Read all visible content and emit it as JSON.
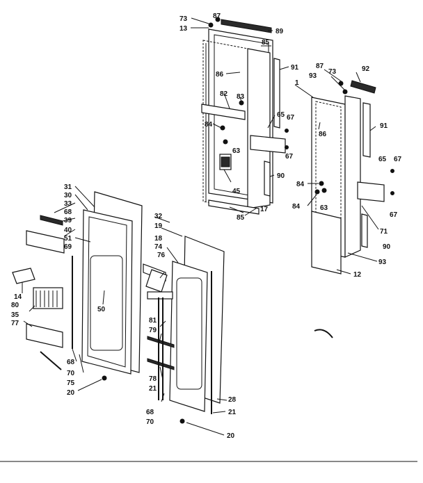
{
  "colors": {
    "ink": "#111111",
    "paper": "#ffffff"
  },
  "callouts": {
    "upper_left": [
      "73",
      "13",
      "87",
      "89",
      "85",
      "86",
      "91",
      "82",
      "83",
      "65",
      "67",
      "84",
      "63",
      "67",
      "45",
      "90",
      "85",
      "17"
    ],
    "upper_right": [
      "87",
      "73",
      "93",
      "1",
      "92",
      "86",
      "91",
      "65",
      "67",
      "84",
      "84",
      "63",
      "67",
      "71",
      "90",
      "12",
      "93"
    ],
    "lower_left": [
      "31",
      "30",
      "33",
      "68",
      "39",
      "40",
      "51",
      "69",
      "14",
      "80",
      "35",
      "77",
      "50",
      "68",
      "70",
      "75",
      "20"
    ],
    "lower_right": [
      "32",
      "19",
      "18",
      "74",
      "76",
      "81",
      "79",
      "78",
      "21",
      "68",
      "70",
      "28",
      "21",
      "20"
    ]
  }
}
